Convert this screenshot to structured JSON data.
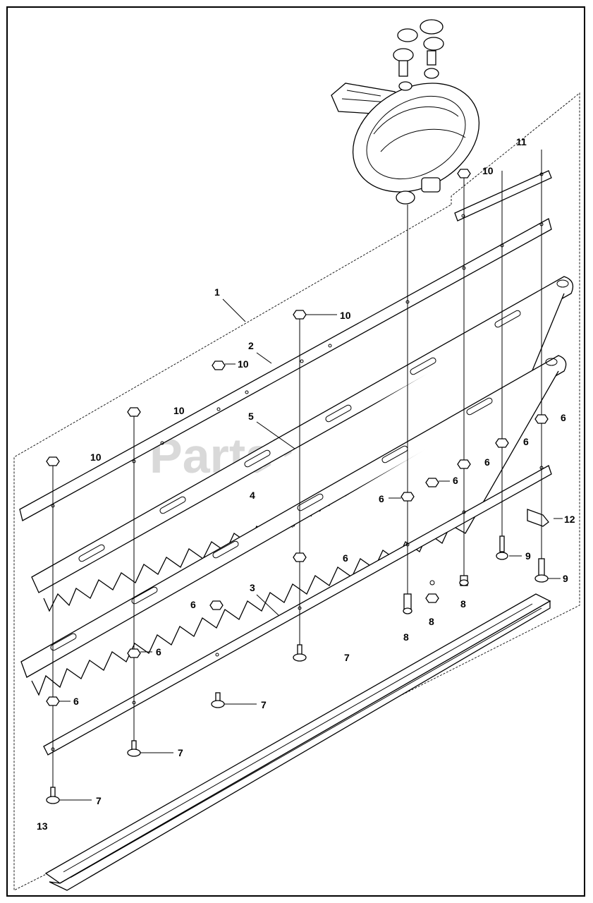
{
  "diagram": {
    "watermark": "PartsTree",
    "watermark_mark": "™",
    "callouts": [
      {
        "id": "c1",
        "text": "1"
      },
      {
        "id": "c2",
        "text": "2"
      },
      {
        "id": "c3",
        "text": "3"
      },
      {
        "id": "c4",
        "text": "4"
      },
      {
        "id": "c5",
        "text": "5"
      },
      {
        "id": "c6a",
        "text": "6"
      },
      {
        "id": "c6b",
        "text": "6"
      },
      {
        "id": "c6c",
        "text": "6"
      },
      {
        "id": "c6d",
        "text": "6"
      },
      {
        "id": "c6e",
        "text": "6"
      },
      {
        "id": "c6f",
        "text": "6"
      },
      {
        "id": "c6g",
        "text": "6"
      },
      {
        "id": "c6h",
        "text": "6"
      },
      {
        "id": "c6i",
        "text": "6"
      },
      {
        "id": "c7a",
        "text": "7"
      },
      {
        "id": "c7b",
        "text": "7"
      },
      {
        "id": "c7c",
        "text": "7"
      },
      {
        "id": "c7d",
        "text": "7"
      },
      {
        "id": "c8a",
        "text": "8"
      },
      {
        "id": "c8b",
        "text": "8"
      },
      {
        "id": "c8c",
        "text": "8"
      },
      {
        "id": "c9a",
        "text": "9"
      },
      {
        "id": "c9b",
        "text": "9"
      },
      {
        "id": "c10a",
        "text": "10"
      },
      {
        "id": "c10b",
        "text": "10"
      },
      {
        "id": "c10c",
        "text": "10"
      },
      {
        "id": "c10d",
        "text": "10"
      },
      {
        "id": "c10e",
        "text": "10"
      },
      {
        "id": "c11",
        "text": "11"
      },
      {
        "id": "c12",
        "text": "12"
      },
      {
        "id": "c13",
        "text": "13"
      }
    ]
  }
}
